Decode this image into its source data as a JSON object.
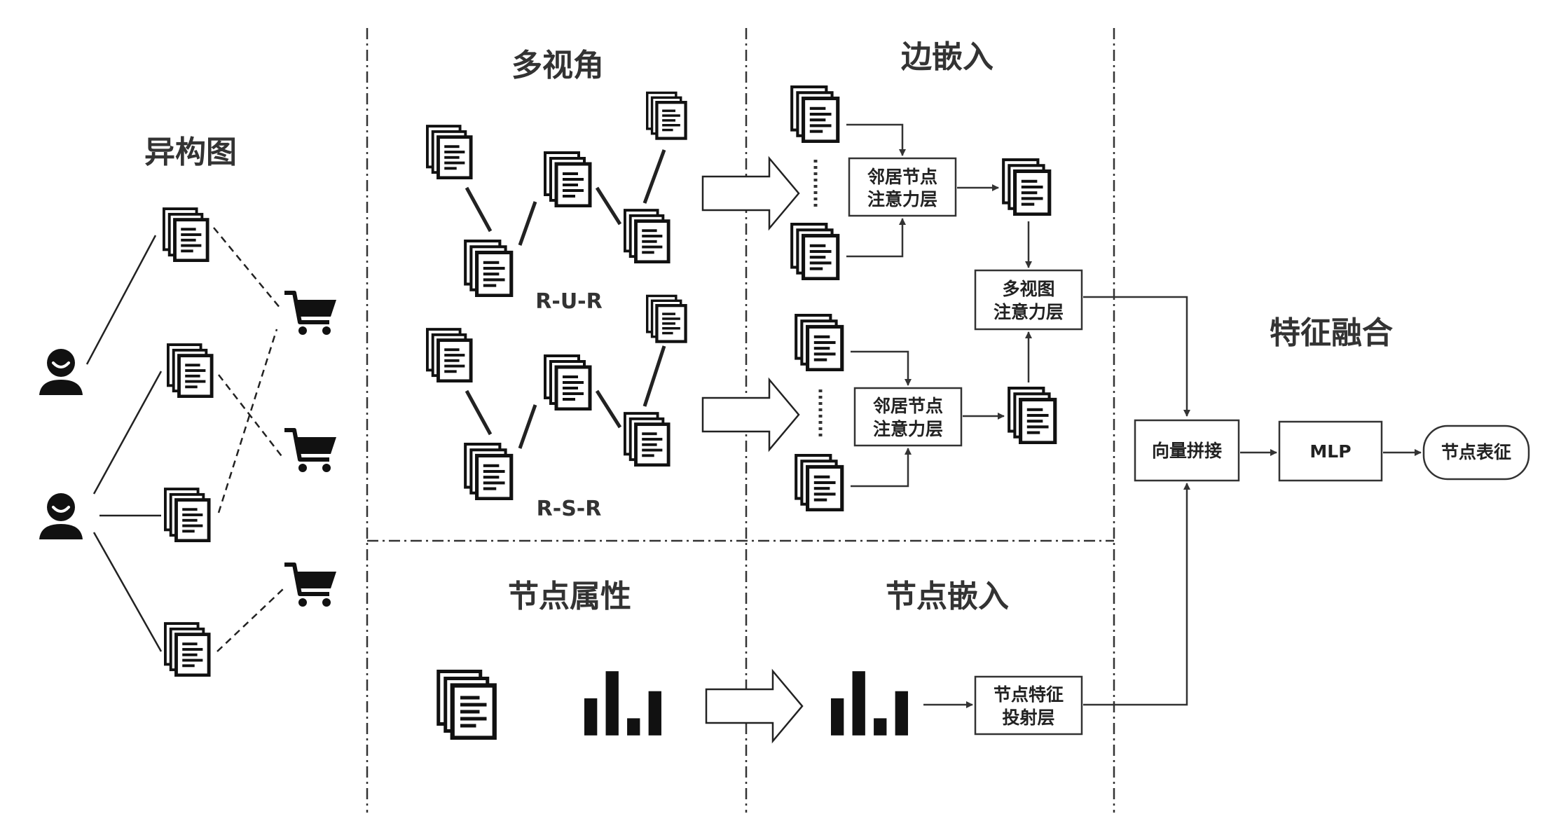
{
  "sections": {
    "heterogeneous_graph": "异构图",
    "multi_view": "多视角",
    "edge_embedding": "边嵌入",
    "node_attributes": "节点属性",
    "node_embedding": "节点嵌入",
    "feature_fusion": "特征融合"
  },
  "meta_paths": {
    "rur": "R-U-R",
    "rsr": "R-S-R"
  },
  "boxes": {
    "neighbor_attention_1": [
      "邻居节点",
      "注意力层"
    ],
    "neighbor_attention_2": [
      "邻居节点",
      "注意力层"
    ],
    "multi_view_attention": [
      "多视图",
      "注意力层"
    ],
    "node_feature_projection": [
      "节点特征",
      "投射层"
    ],
    "vector_concat": "向量拼接",
    "mlp": "MLP",
    "node_representation": "节点表征"
  },
  "icons": {
    "user": "user-icon",
    "review": "document-icon",
    "product": "shopping-cart-icon",
    "attributes": "bar-chart-icon"
  },
  "colors": {
    "ink": "#222222",
    "text": "#333333",
    "background": "#ffffff"
  }
}
